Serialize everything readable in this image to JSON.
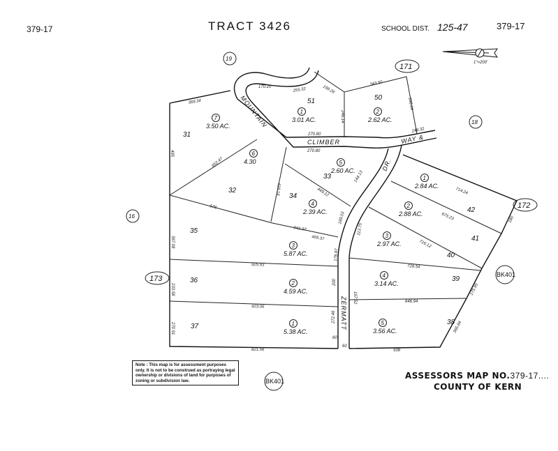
{
  "header": {
    "map_ref_left": "379-17",
    "title": "TRACT 3426",
    "school_dist_label": "SCHOOL DIST.",
    "school_dist_value": "125-47",
    "map_ref_right": "379-17",
    "scale": "1\"=200'"
  },
  "adjacent_maps": [
    "19",
    "171",
    "18",
    "16",
    "172",
    "173",
    "BK401",
    "BK401"
  ],
  "streets": {
    "mountain": "MOUNTAIN",
    "climber": "CLIMBER",
    "way": "WAY &",
    "dr": "DR.",
    "zermatt": "ZERMATT"
  },
  "parcels": [
    {
      "parcel": "1",
      "acres": "3.01 AC.",
      "lot": "51"
    },
    {
      "parcel": "2",
      "acres": "2.62 AC.",
      "lot": "50"
    },
    {
      "parcel": "7",
      "acres": "3.50 AC.",
      "lot": "31"
    },
    {
      "parcel": "6",
      "acres": "4.30",
      "lot": "32"
    },
    {
      "parcel": "5",
      "acres": "2.60 AC.",
      "lot": "33"
    },
    {
      "parcel": "4",
      "acres": "2.39 AC.",
      "lot": "34"
    },
    {
      "parcel": "1",
      "acres": "2.84 AC.",
      "lot": "42"
    },
    {
      "parcel": "2",
      "acres": "2.88 AC.",
      "lot": "41"
    },
    {
      "parcel": "3",
      "acres": "2.97 AC.",
      "lot": "40"
    },
    {
      "parcel": "4",
      "acres": "3.14 AC.",
      "lot": "39"
    },
    {
      "parcel": "5",
      "acres": "3.56 AC.",
      "lot": "38"
    },
    {
      "parcel": "3",
      "acres": "5.87 AC.",
      "lot": "35"
    },
    {
      "parcel": "2",
      "acres": "4.59 AC.",
      "lot": "36"
    },
    {
      "parcel": "1",
      "acres": "5.38 AC.",
      "lot": "37"
    }
  ],
  "dimensions": [
    "369.34",
    "170.20",
    "255.32",
    "199.26",
    "343.50",
    "338.64",
    "246.14",
    "270.80",
    "249.32",
    "270.80",
    "652.47",
    "495",
    "576",
    "941.37",
    "405.37",
    "449.12",
    "418.14",
    "714.24",
    "675.23",
    "716.12",
    "728.54",
    "646.94",
    "925.93",
    "923.06",
    "821.56",
    "508",
    "367.08",
    "233.58",
    "270.91",
    "60",
    "180",
    "175.95",
    "365.84",
    "144.13",
    "189.03",
    "113.75",
    "178.87",
    "167.52",
    "200",
    "272.46",
    "60"
  ],
  "note": "Note : This map is for assessment purposes only. It is not to be construed as portraying legal ownership or divisions of land for purposes of zoning or subdivision law.",
  "footer": {
    "assessors_label": "ASSESSORS MAP NO.",
    "map_no": "379-17....",
    "county": "COUNTY OF KERN"
  }
}
